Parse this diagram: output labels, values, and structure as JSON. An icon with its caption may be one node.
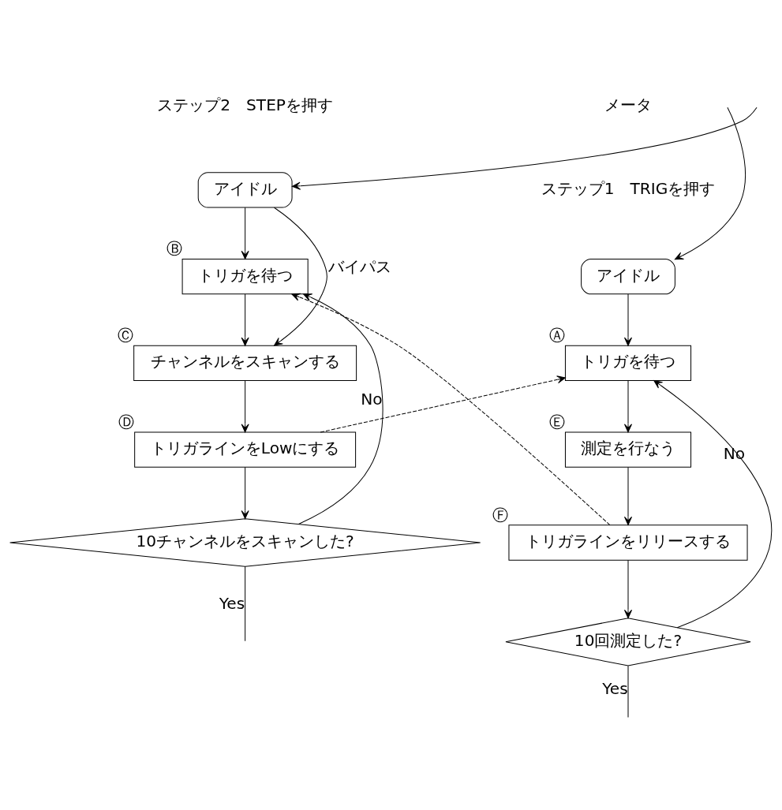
{
  "diagram": {
    "nodes": [
      {
        "text": [
          "アイドル"
        ]
      },
      {
        "text": [
          "トリガを待つ"
        ],
        "beside": [
          "Ⓑ"
        ]
      },
      {
        "text": [
          "チャンネルをスキャンする"
        ],
        "beside": [
          "Ⓒ"
        ]
      },
      {
        "text": [
          "トリガラインをLowにする"
        ],
        "beside": [
          "Ⓓ"
        ]
      },
      {
        "text": [
          "10チャンネルをスキャンした?"
        ]
      },
      {
        "text": [
          "アイドル"
        ]
      },
      {
        "text": [
          "トリガを待つ"
        ],
        "beside": [
          "Ⓐ"
        ]
      },
      {
        "text": [
          "測定を行なう"
        ],
        "beside": [
          "Ⓔ"
        ]
      },
      {
        "text": [
          "トリガラインをリリースする"
        ],
        "beside": [
          "Ⓕ"
        ]
      },
      {
        "text": [
          "10回測定した?"
        ]
      }
    ],
    "edges": [
      {
        "from": 0,
        "to": 1,
        "arrow": "to"
      },
      {
        "from": 0,
        "to": 2,
        "arrow": "to",
        "label": "バイパス"
      },
      {
        "from": 1,
        "to": 2,
        "arrow": "to"
      },
      {
        "from": 2,
        "to": 3,
        "arrow": "to"
      },
      {
        "from": 3,
        "to": 4,
        "arrow": "to"
      },
      {
        "from": 4,
        "to": 1,
        "arrow": "to",
        "label": "No"
      },
      {
        "from": 4,
        "to": null,
        "arrow": "none",
        "label": "Yes"
      },
      {
        "from": null,
        "to": 0,
        "arrow": "to"
      },
      {
        "from": 5,
        "to": 6,
        "arrow": "to"
      },
      {
        "from": 6,
        "to": 7,
        "arrow": "to"
      },
      {
        "from": 7,
        "to": 8,
        "arrow": "to"
      },
      {
        "from": 8,
        "to": 9,
        "arrow": "to"
      },
      {
        "from": 9,
        "to": 6,
        "arrow": "to",
        "label": "No"
      },
      {
        "from": 9,
        "to": null,
        "arrow": "none",
        "label": "Yes"
      },
      {
        "from": null,
        "to": 5,
        "arrow": "to"
      },
      {
        "from": 3,
        "to": 6,
        "arrow": "to",
        "style": "dashed"
      },
      {
        "from": 8,
        "to": 1,
        "arrow": "to",
        "style": "dashed"
      }
    ],
    "labels": [
      "ステップ2　STEPを押す",
      "メータ",
      "ステップ1　TRIGを押す"
    ]
  }
}
